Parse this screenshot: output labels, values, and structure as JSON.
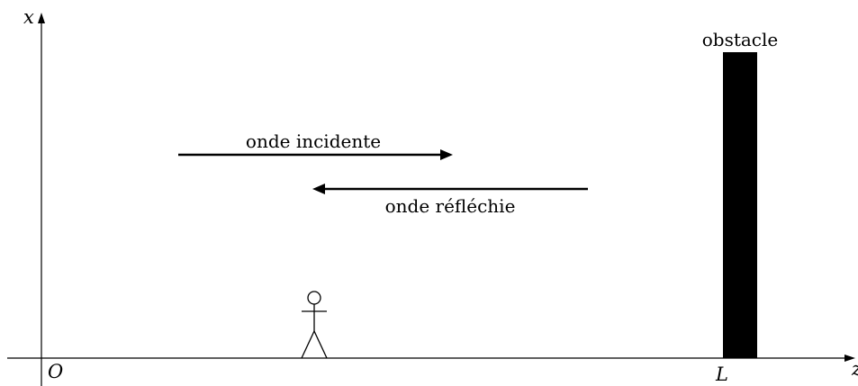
{
  "axes": {
    "vertical_label": "x",
    "horizontal_label": "z",
    "origin_label": "O",
    "end_label": "L"
  },
  "obstacle": {
    "label": "obstacle",
    "color": "#000000"
  },
  "waves": {
    "incident_label": "onde incidente",
    "reflected_label": "onde réfléchie"
  },
  "observer": {
    "icon": "person-icon"
  }
}
